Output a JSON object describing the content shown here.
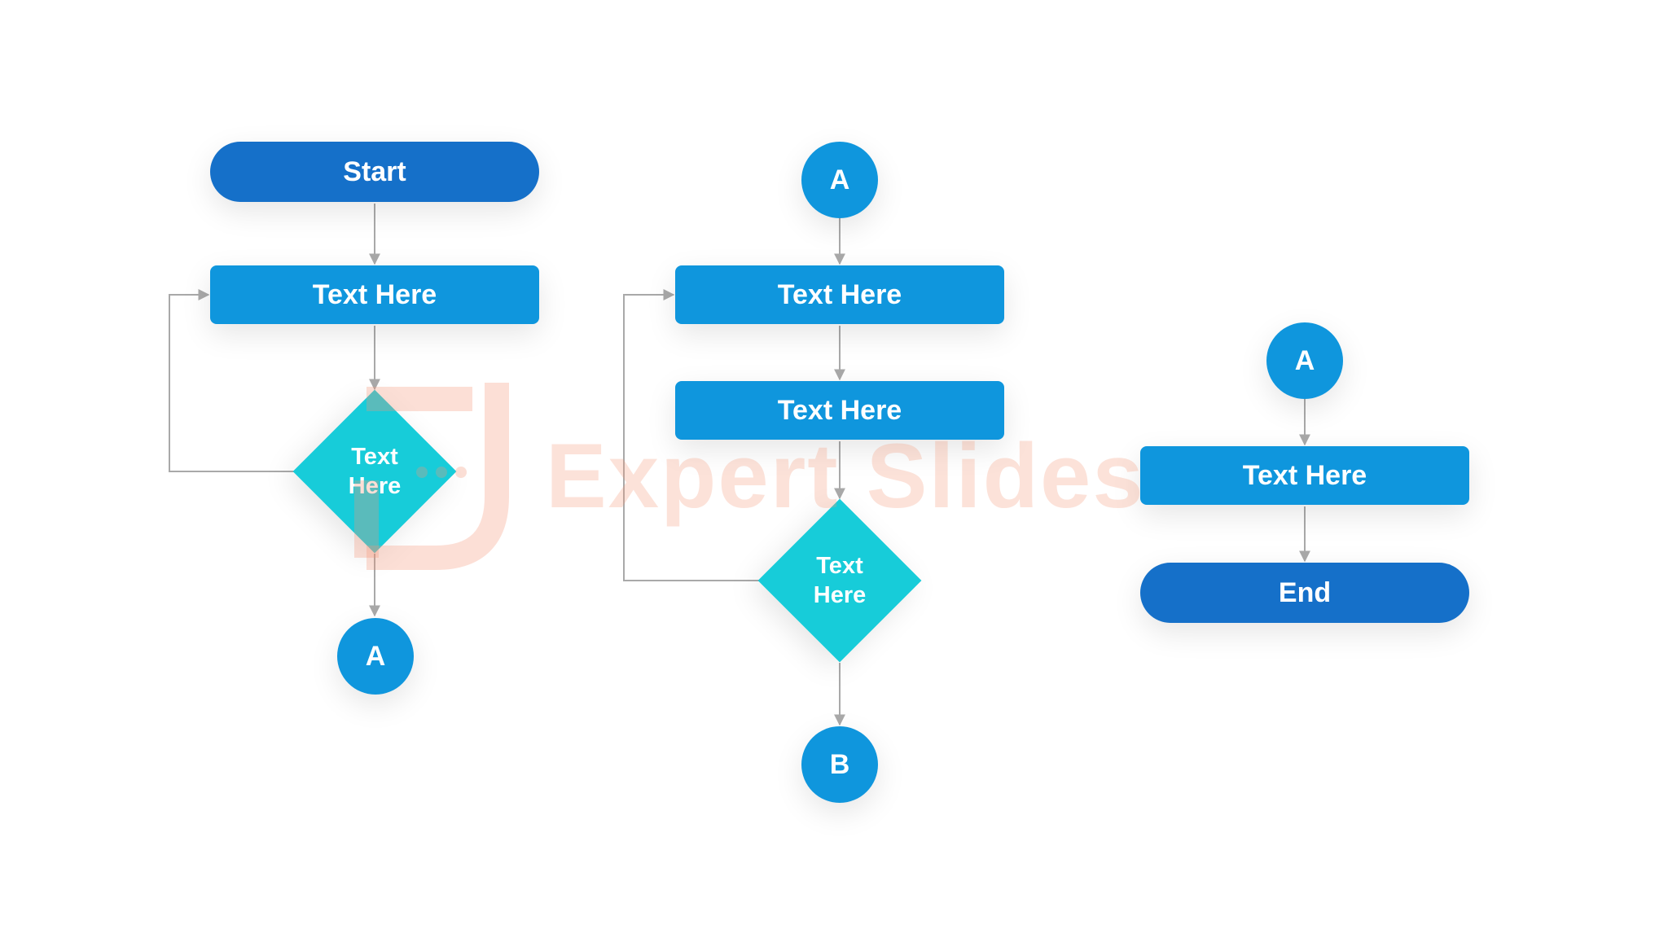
{
  "colors": {
    "terminator": "#1570c9",
    "process": "#0f96dd",
    "decision": "#17ccd9",
    "connector": "#0f96dd",
    "line": "#a9a9a9",
    "watermark": "#f59678"
  },
  "flow1": {
    "start": "Start",
    "process": "Text Here",
    "decision": "Text\nHere",
    "connector": "A"
  },
  "flow2": {
    "connector_in": "A",
    "process1": "Text Here",
    "process2": "Text Here",
    "decision": "Text\nHere",
    "connector_out": "B"
  },
  "flow3": {
    "connector_in": "A",
    "process": "Text Here",
    "end": "End"
  },
  "watermark": {
    "text": "Expert Slides"
  }
}
